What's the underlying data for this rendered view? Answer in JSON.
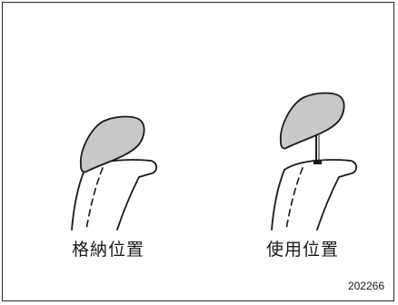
{
  "captions": {
    "stowed": "格納位置",
    "in_use": "使用位置"
  },
  "figure_code": "202266",
  "colors": {
    "headrest_fill": "#c8c8c8",
    "stroke": "#1a1a1a"
  }
}
